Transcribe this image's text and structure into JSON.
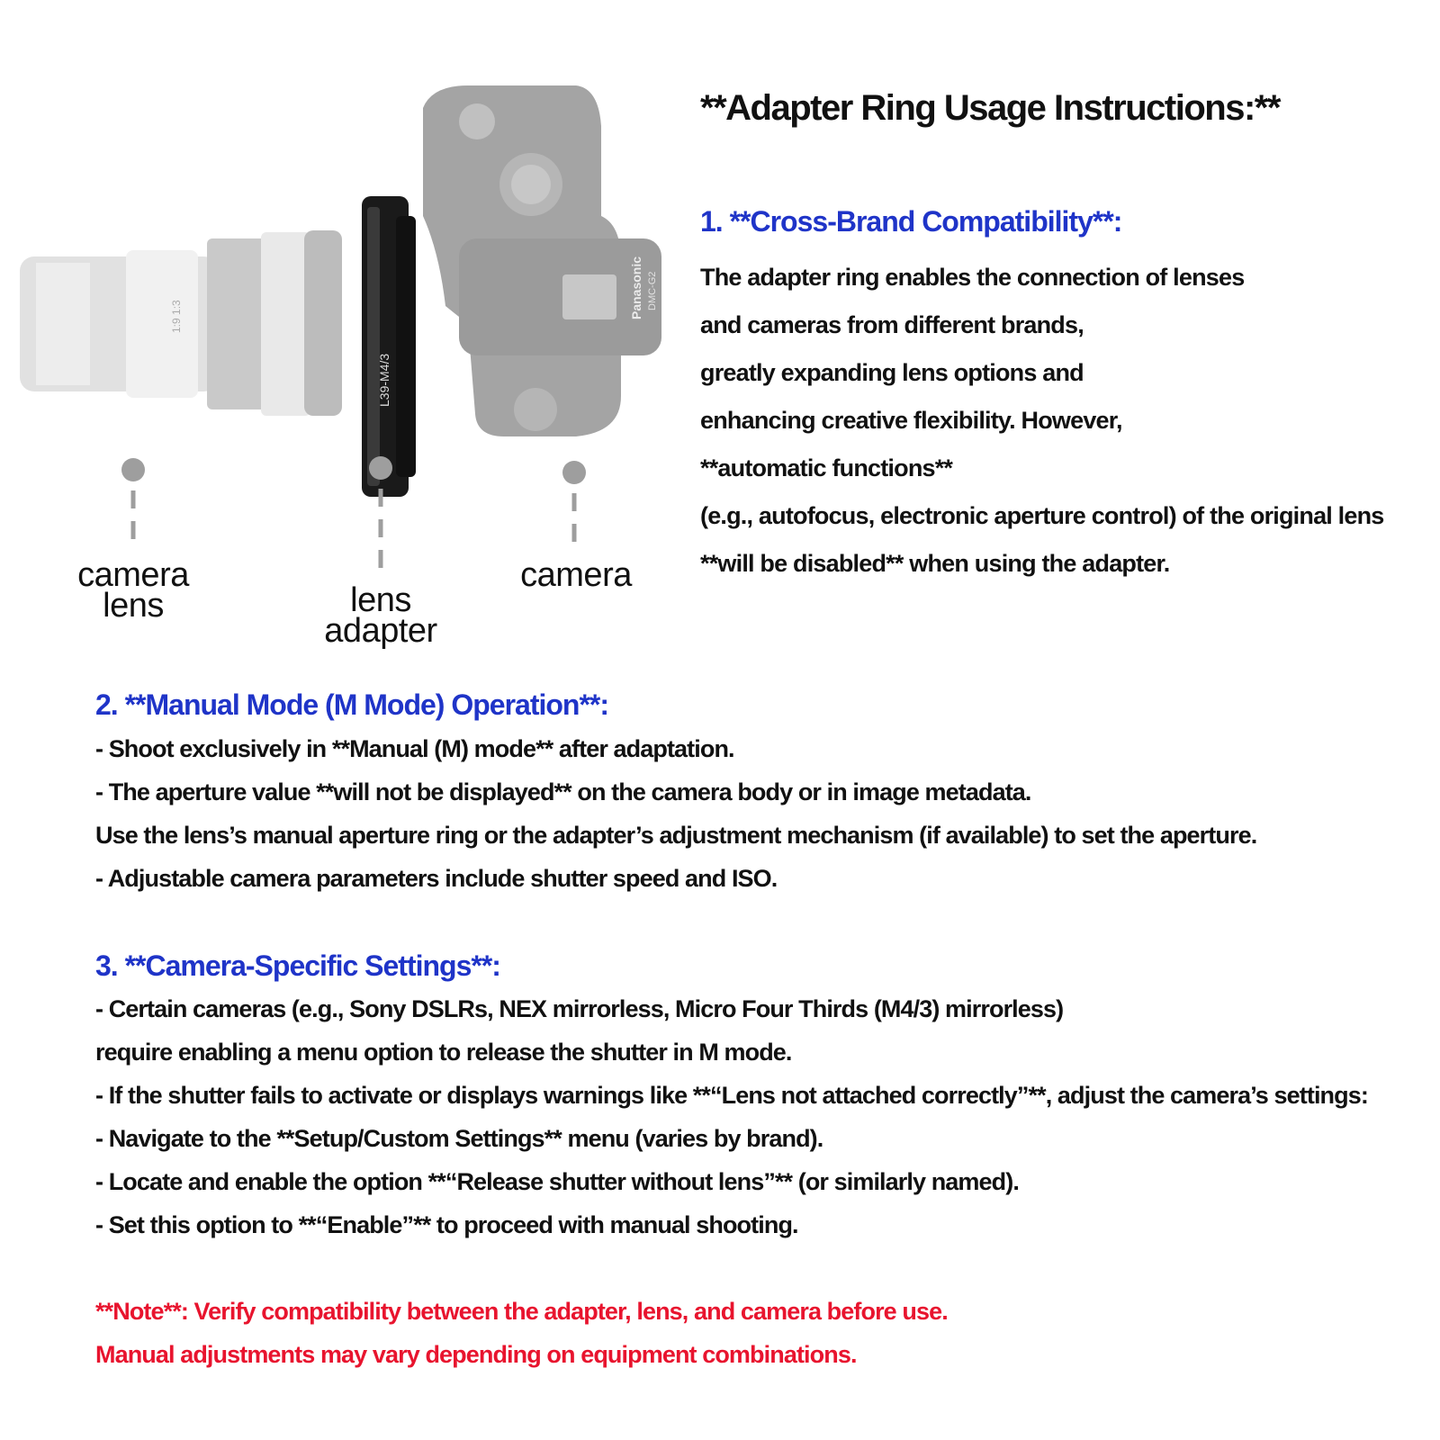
{
  "title": "**Adapter Ring Usage Instructions:**",
  "illustration": {
    "adapter_engraving": "L39-M4/3",
    "camera_brand": "Panasonic",
    "camera_model": "DMC-G2",
    "labels": {
      "camera_lens": [
        "camera",
        "lens"
      ],
      "lens_adapter": [
        "lens",
        "adapter"
      ],
      "camera": [
        "camera"
      ]
    }
  },
  "section1": {
    "heading": "1. **Cross-Brand Compatibility**:",
    "lines": [
      "The adapter ring enables the connection of lenses",
      "and cameras from different brands,",
      "greatly expanding lens options and",
      "enhancing creative flexibility. However,",
      "**automatic functions**",
      "(e.g., autofocus, electronic aperture control) of the original lens",
      "**will be disabled** when using the adapter."
    ]
  },
  "section2": {
    "heading": "2. **Manual Mode (M Mode) Operation**:",
    "lines": [
      "- Shoot exclusively in **Manual (M) mode** after adaptation.",
      "- The aperture value **will not be displayed** on the camera body or in image metadata.",
      " Use the lens’s manual aperture ring or the adapter’s adjustment mechanism (if available) to set the aperture.",
      "- Adjustable camera parameters include shutter speed and ISO."
    ]
  },
  "section3": {
    "heading": "3. **Camera-Specific Settings**:",
    "lines": [
      "- Certain cameras (e.g., Sony DSLRs, NEX mirrorless, Micro Four Thirds (M4/3) mirrorless)",
      "require enabling a menu option to release the shutter in M mode.",
      "- If the shutter fails to activate or displays warnings like **“Lens not attached correctly”**, adjust the camera’s settings:",
      "- Navigate to the **Setup/Custom Settings** menu (varies by brand).",
      "- Locate and enable the option **“Release shutter without lens”** (or similarly named).",
      "- Set this option to **“Enable”** to proceed with manual shooting."
    ]
  },
  "note": {
    "lines": [
      "**Note**: Verify compatibility between the adapter, lens, and camera before use.",
      "Manual adjustments may vary depending on equipment combinations."
    ]
  },
  "colors": {
    "heading_blue": "#1f34c8",
    "note_red": "#e8142e",
    "text": "#111111"
  }
}
